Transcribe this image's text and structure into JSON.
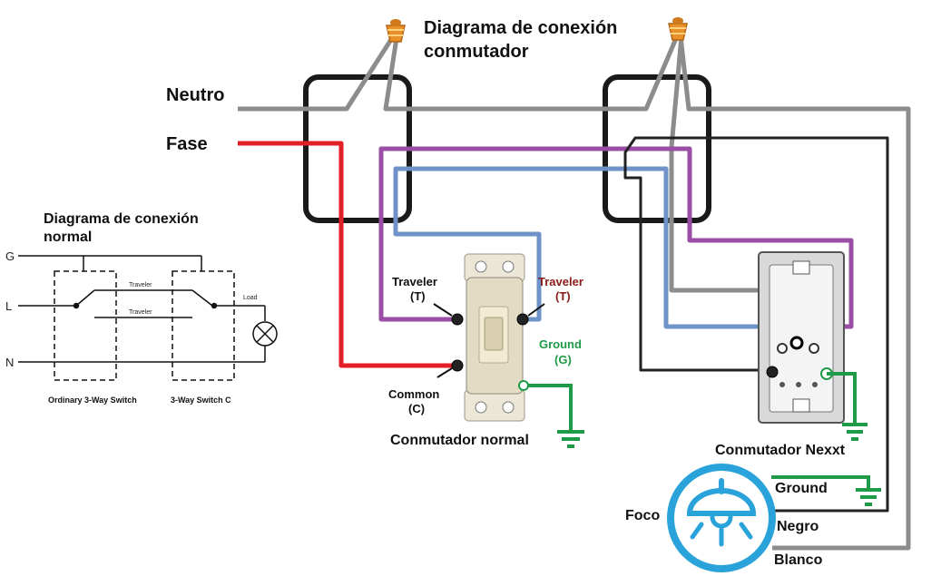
{
  "title_line1": "Diagrama de conexión",
  "title_line2": "conmutador",
  "neutro": "Neutro",
  "fase": "Fase",
  "normal_title_line1": "Diagrama de conexión",
  "normal_title_line2": "normal",
  "schematic": {
    "g": "G",
    "l": "L",
    "n": "N",
    "traveler_top": "Traveler",
    "traveler_bottom": "Traveler",
    "load": "Load",
    "caption_left": "Ordinary 3-Way Switch",
    "caption_right": "3-Way Switch C"
  },
  "switch_normal": {
    "traveler_left_1": "Traveler",
    "traveler_left_2": "(T)",
    "traveler_right_1": "Traveler",
    "traveler_right_2": "(T)",
    "ground_1": "Ground",
    "ground_2": "(G)",
    "common_1": "Common",
    "common_2": "(C)",
    "caption": "Conmutador normal"
  },
  "switch_nexxt_caption": "Conmutador Nexxt",
  "foco": "Foco",
  "ground_label": "Ground",
  "negro_label": "Negro",
  "blanco_label": "Blanco",
  "colors": {
    "neutral": "#8c8c8c",
    "phase": "#e41e26",
    "traveler_purple": "#9a4ea6",
    "traveler_blue": "#6f93c8",
    "ground": "#1e9a48",
    "return_black": "#222222",
    "lamp": "#29a3d9",
    "connector": "#e8902a"
  }
}
